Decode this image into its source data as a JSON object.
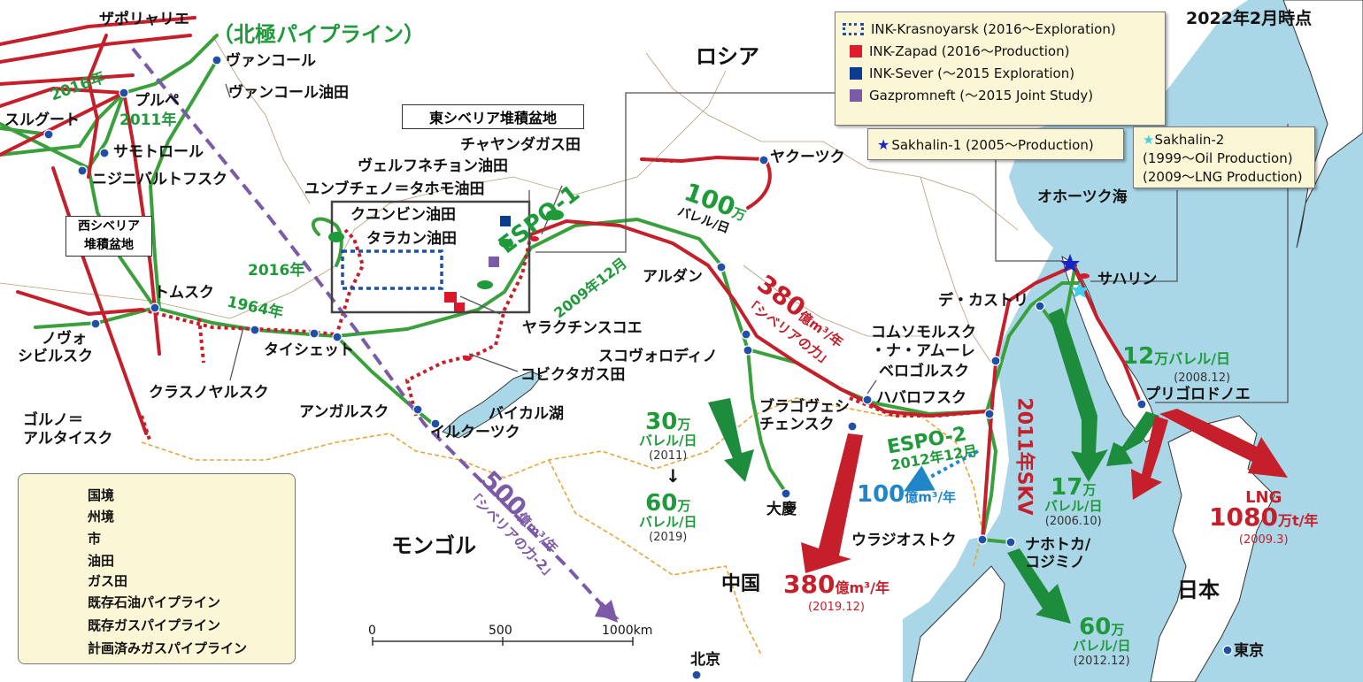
{
  "date_stamp": "2022年2月時点",
  "colors": {
    "sea": "#a9d7e8",
    "land": "#ffffff",
    "oil_pipe": "#3aa03c",
    "gas_pipe": "#c41f2a",
    "planned_gas": "#c41f2a",
    "power_of_siberia_2": "#7b5aa8",
    "city": "#1f4fa8",
    "oil_arrow": "#1d8c3c",
    "gas_arrow": "#c41f2a"
  },
  "boxes": {
    "projects": [
      {
        "label": "INK-Krasnoyarsk (2016～Exploration)",
        "swatch": "dotted-blue"
      },
      {
        "label": "INK-Zapad (2016～Production)",
        "swatch": "red"
      },
      {
        "label": "INK-Sever (～2015 Exploration)",
        "swatch": "navy"
      },
      {
        "label": "Gazpromneft (～2015 Joint Study)",
        "swatch": "purple"
      }
    ],
    "sakhalin1": "Sakhalin-1 (2005～Production)",
    "sakhalin2": [
      "Sakhalin-2",
      "(1999～Oil Production)",
      "(2009～LNG Production)"
    ]
  },
  "regions": {
    "russia": "ロシア",
    "mongolia": "モンゴル",
    "china": "中国",
    "japan": "日本",
    "okhotsk": "オホーツク海",
    "baikal": "バイカル湖",
    "east_siberia_basin": "東シベリア堆積盆地",
    "west_siberia_basin_1": "西シベリア",
    "west_siberia_basin_2": "堆積盆地",
    "arctic_pipeline": "（北極パイプライン）"
  },
  "cities": {
    "zapolyarnoe": "ザポリャリエ",
    "vankor": "ヴァンコール",
    "vankor_field": "ヴァンコール油田",
    "purpe": "プルペ",
    "surgut": "スルグート",
    "samotlor": "サモトロール",
    "nizhnevartovsk": "ニジニバルトフスク",
    "tomsk": "トムスク",
    "novosibirsk_1": "ノヴォ",
    "novosibirsk_2": "シビルスク",
    "taishet": "タイシェット",
    "krasnoyarsk": "クラスノヤルスク",
    "gorno_1": "ゴルノ＝",
    "gorno_2": "アルタイスク",
    "angarsk": "アンガルスク",
    "irkutsk": "イルクーツク",
    "chayanda": "チャヤンダガス田",
    "verkhnechonsk": "ヴェルフネチョン油田",
    "yurubcheno": "ユンブチェノ＝タホモ油田",
    "kuyumba": "クユンビン油田",
    "talakan": "タラカン油田",
    "yaraktinskoe": "ヤラクチンスコエ",
    "kovykta": "コビクタガス田",
    "yakutsk": "ヤクーツク",
    "aldan": "アルダン",
    "skovorodino": "スコヴォロディノ",
    "belogorsk": "ベロゴルスク",
    "blagoveshchensk_1": "ブラゴヴェシ",
    "blagoveshchensk_2": "チェンスク",
    "khabarovsk": "ハバロフスク",
    "daqing": "大慶",
    "beijing": "北京",
    "vladivostok": "ウラジオストク",
    "nakhodka_1": "ナホトカ/",
    "nakhodka_2": "コジミノ",
    "komsomolsk_1": "コムソモルスク",
    "komsomolsk_2": "・ナ・アムーレ",
    "de_kastri": "デ・カストリ",
    "sakhalin": "サハリン",
    "prigorodnoe": "プリゴロドノエ",
    "tokyo": "東京"
  },
  "pipe_labels": {
    "y2016a": "2016年",
    "y2011": "2011年",
    "y2016b": "2016年",
    "y1964": "1964年",
    "espo1_name": "ESPO-1",
    "espo1_date": "2009年12月",
    "espo2_name": "ESPO-2",
    "espo2_date": "2012年12月",
    "skv": "2011年SKV",
    "pos_num": "380",
    "pos_unit": "億m³/年",
    "pos_name": "「シベリアの力」",
    "pos2_num": "500",
    "pos2_unit": "億m³/年",
    "pos2_name": "「シベリアの力-2」"
  },
  "flows": {
    "yakutsk_oil_num": "100",
    "yakutsk_oil_unit1": "万",
    "yakutsk_oil_unit2": "バレル/日",
    "daqing_num": "30",
    "daqing_unit1": "万",
    "daqing_unit2": "バレル/日",
    "daqing_year": "(2011)",
    "daqing2_num": "60",
    "daqing2_unit1": "万",
    "daqing2_unit2": "バレル/日",
    "daqing2_year": "(2019)",
    "china_gas_num": "380",
    "china_gas_unit": "億m³/年",
    "china_gas_year": "(2019.12)",
    "vlad_gas_num": "100",
    "vlad_gas_unit": "億m³/年",
    "dekastri_num": "17",
    "dekastri_unit1": "万",
    "dekastri_unit2": "バレル/日",
    "dekastri_year": "(2006.10)",
    "sakh_oil_num": "12",
    "sakh_oil_unit": "万バレル/日",
    "sakh_oil_year": "(2008.12)",
    "lng_name": "LNG",
    "lng_num": "1080",
    "lng_unit": "万t/年",
    "lng_year": "(2009.3)",
    "nakhodka_num": "60",
    "nakhodka_unit1": "万",
    "nakhodka_unit2": "バレル/日",
    "nakhodka_year": "(2012.12)"
  },
  "scale": {
    "t0": "0",
    "t1": "500",
    "t2": "1000km"
  },
  "legend": [
    {
      "label": "国境",
      "kind": "border"
    },
    {
      "label": "州境",
      "kind": "state"
    },
    {
      "label": "市",
      "kind": "city"
    },
    {
      "label": "油田",
      "kind": "oilfield"
    },
    {
      "label": "ガス田",
      "kind": "gasfield"
    },
    {
      "label": "既存石油パイプライン",
      "kind": "oil"
    },
    {
      "label": "既存ガスパイプライン",
      "kind": "gas"
    },
    {
      "label": "計画済みガスパイプライン",
      "kind": "planned"
    }
  ]
}
